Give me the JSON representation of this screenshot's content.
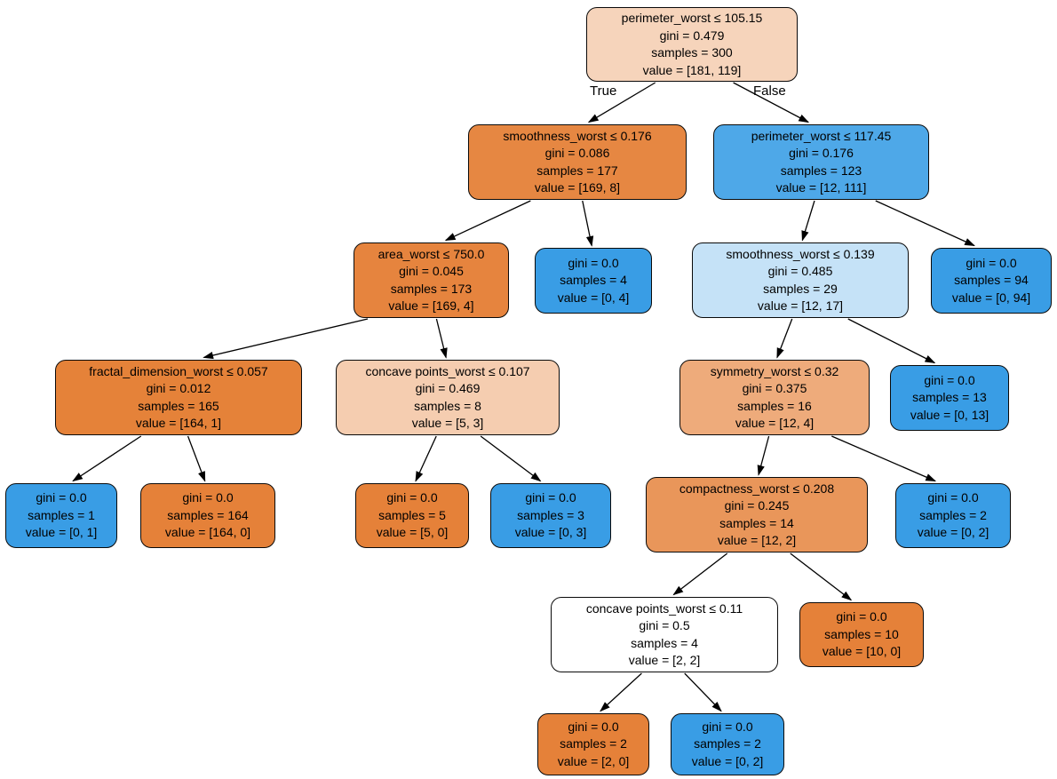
{
  "diagram": {
    "type": "decision-tree",
    "edge_labels": {
      "true_label": "True",
      "false_label": "False"
    },
    "class_colors": {
      "class0_pure": "#e58139",
      "class1_pure": "#399de5"
    },
    "nodes": [
      {
        "lines": [
          "perimeter_worst ≤ 105.15",
          "gini = 0.479",
          "samples = 300",
          "value = [181, 119]"
        ],
        "fill": "#f6d4bb"
      },
      {
        "lines": [
          "smoothness_worst ≤ 0.176",
          "gini = 0.086",
          "samples = 177",
          "value = [169, 8]"
        ],
        "fill": "#e68742"
      },
      {
        "lines": [
          "perimeter_worst ≤ 117.45",
          "gini = 0.176",
          "samples = 123",
          "value = [12, 111]"
        ],
        "fill": "#4ea8e8"
      },
      {
        "lines": [
          "area_worst ≤ 750.0",
          "gini = 0.045",
          "samples = 173",
          "value = [169, 4]"
        ],
        "fill": "#e6843e"
      },
      {
        "lines": [
          "gini = 0.0",
          "samples = 4",
          "value = [0, 4]"
        ],
        "fill": "#399de5"
      },
      {
        "lines": [
          "smoothness_worst ≤ 0.139",
          "gini = 0.485",
          "samples = 29",
          "value = [12, 17]"
        ],
        "fill": "#c5e2f7"
      },
      {
        "lines": [
          "gini = 0.0",
          "samples = 94",
          "value = [0, 94]"
        ],
        "fill": "#399de5"
      },
      {
        "lines": [
          "fractal_dimension_worst ≤ 0.057",
          "gini = 0.012",
          "samples = 165",
          "value = [164, 1]"
        ],
        "fill": "#e58239"
      },
      {
        "lines": [
          "concave points_worst ≤ 0.107",
          "gini = 0.469",
          "samples = 8",
          "value = [5, 3]"
        ],
        "fill": "#f5cdb0"
      },
      {
        "lines": [
          "symmetry_worst ≤ 0.32",
          "gini = 0.375",
          "samples = 16",
          "value = [12, 4]"
        ],
        "fill": "#eeab7b"
      },
      {
        "lines": [
          "gini = 0.0",
          "samples = 13",
          "value = [0, 13]"
        ],
        "fill": "#399de5"
      },
      {
        "lines": [
          "gini = 0.0",
          "samples = 1",
          "value = [0, 1]"
        ],
        "fill": "#399de5"
      },
      {
        "lines": [
          "gini = 0.0",
          "samples = 164",
          "value = [164, 0]"
        ],
        "fill": "#e58139"
      },
      {
        "lines": [
          "gini = 0.0",
          "samples = 5",
          "value = [5, 0]"
        ],
        "fill": "#e58139"
      },
      {
        "lines": [
          "gini = 0.0",
          "samples = 3",
          "value = [0, 3]"
        ],
        "fill": "#399de5"
      },
      {
        "lines": [
          "compactness_worst ≤ 0.208",
          "gini = 0.245",
          "samples = 14",
          "value = [12, 2]"
        ],
        "fill": "#e9965a"
      },
      {
        "lines": [
          "gini = 0.0",
          "samples = 2",
          "value = [0, 2]"
        ],
        "fill": "#399de5"
      },
      {
        "lines": [
          "concave points_worst ≤ 0.11",
          "gini = 0.5",
          "samples = 4",
          "value = [2, 2]"
        ],
        "fill": "#ffffff"
      },
      {
        "lines": [
          "gini = 0.0",
          "samples = 10",
          "value = [10, 0]"
        ],
        "fill": "#e58139"
      },
      {
        "lines": [
          "gini = 0.0",
          "samples = 2",
          "value = [2, 0]"
        ],
        "fill": "#e58139"
      },
      {
        "lines": [
          "gini = 0.0",
          "samples = 2",
          "value = [0, 2]"
        ],
        "fill": "#399de5"
      }
    ],
    "edges": [
      {
        "from": 0,
        "to": 1,
        "label": "True"
      },
      {
        "from": 0,
        "to": 2,
        "label": "False"
      },
      {
        "from": 1,
        "to": 3
      },
      {
        "from": 1,
        "to": 4
      },
      {
        "from": 2,
        "to": 5
      },
      {
        "from": 2,
        "to": 6
      },
      {
        "from": 3,
        "to": 7
      },
      {
        "from": 3,
        "to": 8
      },
      {
        "from": 5,
        "to": 9
      },
      {
        "from": 5,
        "to": 10
      },
      {
        "from": 7,
        "to": 11
      },
      {
        "from": 7,
        "to": 12
      },
      {
        "from": 8,
        "to": 13
      },
      {
        "from": 8,
        "to": 14
      },
      {
        "from": 9,
        "to": 15
      },
      {
        "from": 9,
        "to": 16
      },
      {
        "from": 15,
        "to": 17
      },
      {
        "from": 15,
        "to": 18
      },
      {
        "from": 17,
        "to": 19
      },
      {
        "from": 17,
        "to": 20
      }
    ]
  }
}
